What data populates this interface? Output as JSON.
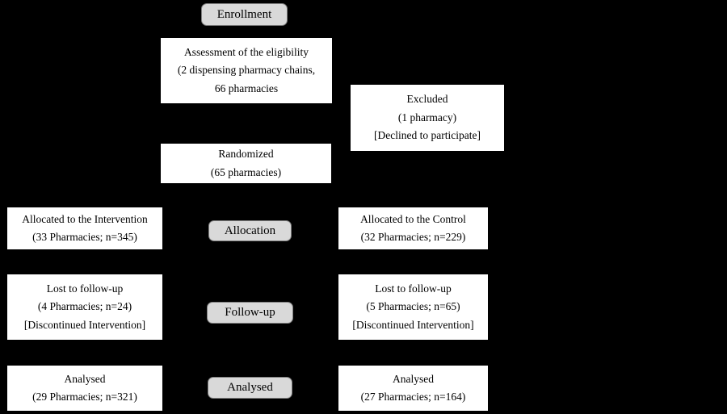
{
  "figure": {
    "type": "consort-flow-diagram",
    "background_color": "#000000",
    "box_fill_color": "#ffffff",
    "box_border_color": "#000000",
    "stage_label_fill_color": "#d9d9d9",
    "stage_label_border_color": "#7f7f7f",
    "text_color": "#000000"
  },
  "stages": {
    "enrollment": "Enrollment",
    "allocation": "Allocation",
    "follow_up": "Follow-up",
    "analysed": "Analysed"
  },
  "enrollment": {
    "eligibility": {
      "line1": "Assessment of the eligibility",
      "line2": "(2 dispensing pharmacy chains,",
      "line3": "66 pharmacies"
    },
    "excluded": {
      "line1": "Excluded",
      "line2": "(1 pharmacy)",
      "line3": "[Declined to participate]"
    },
    "randomized": {
      "line1": "Randomized",
      "line2": "(65 pharmacies)"
    }
  },
  "allocation": {
    "intervention": {
      "line1": "Allocated to the Intervention",
      "line2": "(33 Pharmacies; n=345)"
    },
    "control": {
      "line1": "Allocated to the Control",
      "line2": "(32 Pharmacies; n=229)"
    }
  },
  "follow_up": {
    "intervention": {
      "line1": "Lost to follow-up",
      "line2": "(4 Pharmacies; n=24)",
      "line3": "[Discontinued Intervention]"
    },
    "control": {
      "line1": "Lost to follow-up",
      "line2": "(5 Pharmacies; n=65)",
      "line3": "[Discontinued Intervention]"
    }
  },
  "analysed": {
    "intervention": {
      "line1": "Analysed",
      "line2": "(29 Pharmacies; n=321)"
    },
    "control": {
      "line1": "Analysed",
      "line2": "(27 Pharmacies; n=164)"
    }
  }
}
